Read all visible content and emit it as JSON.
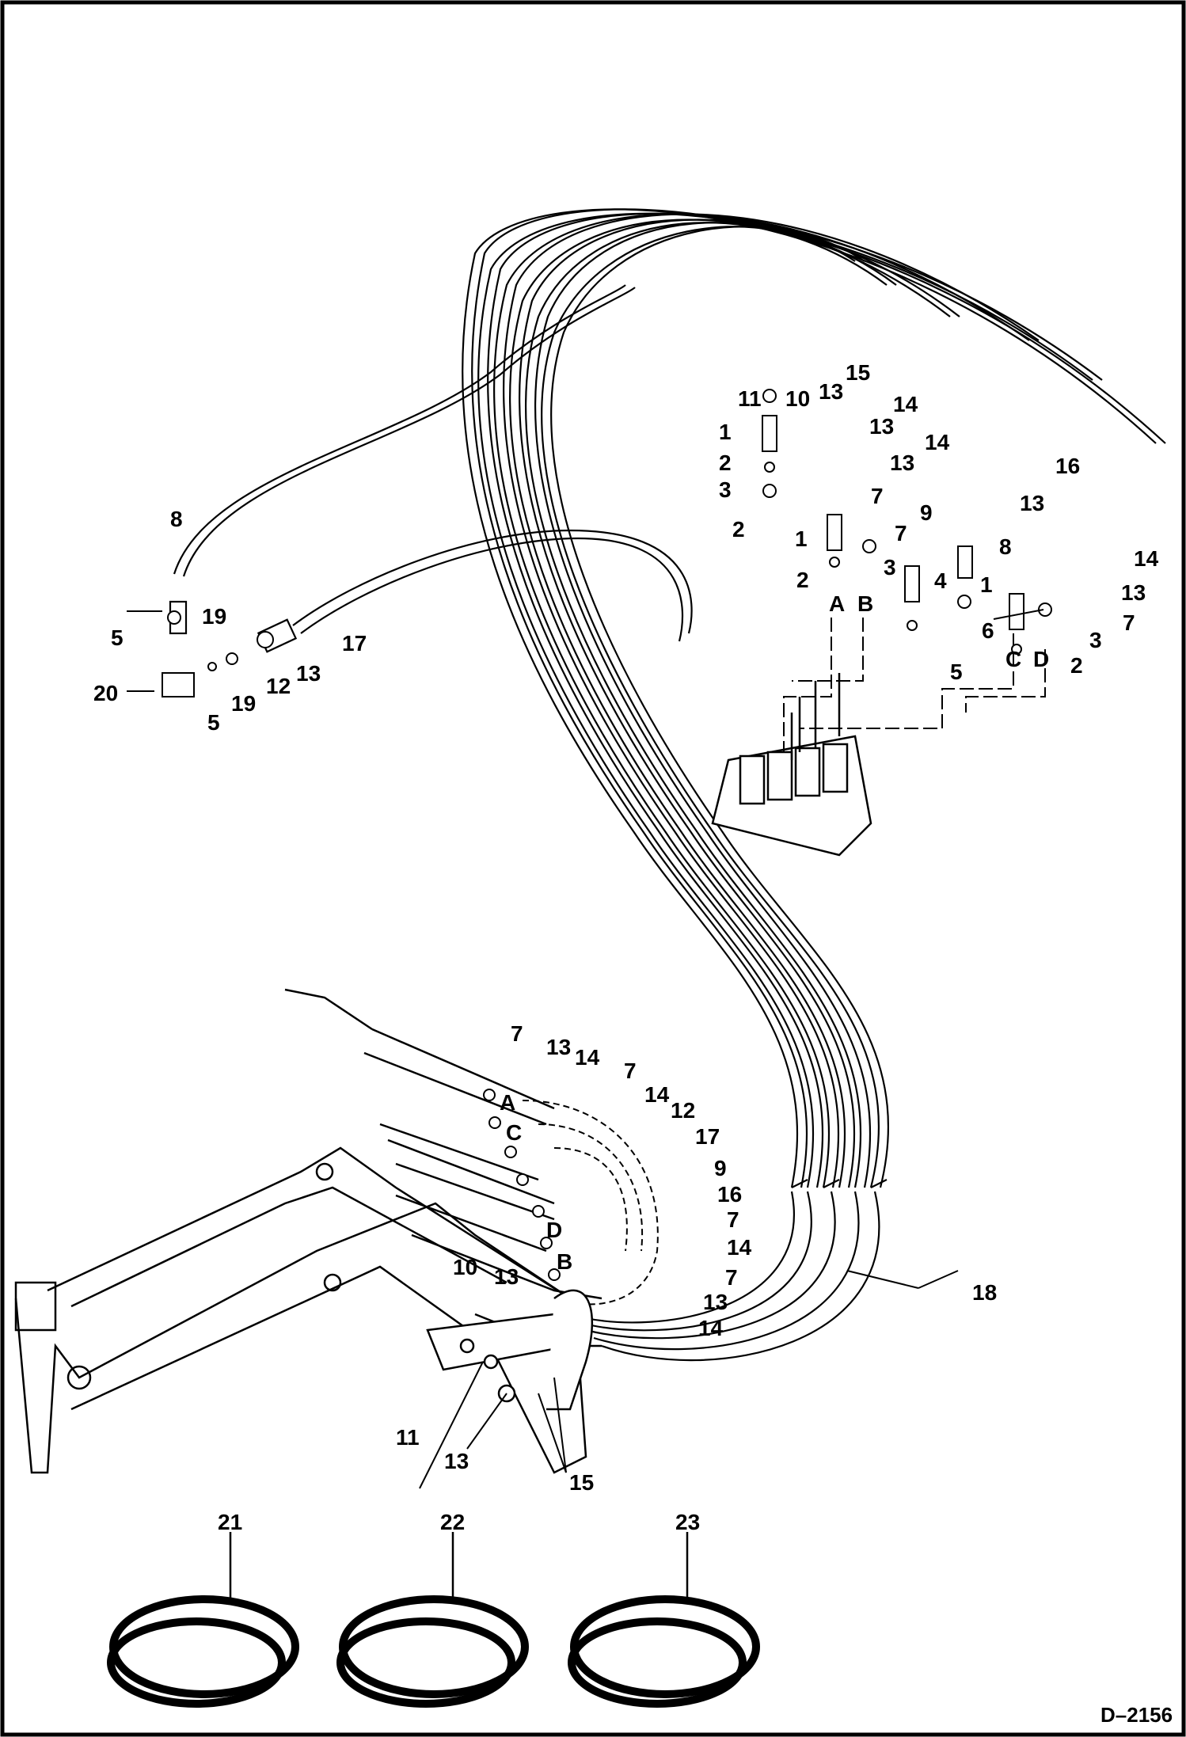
{
  "drawing_code": "D–2156",
  "callouts": [
    {
      "id": "c8",
      "text": "8"
    },
    {
      "id": "c19a",
      "text": "19"
    },
    {
      "id": "c5a",
      "text": "5"
    },
    {
      "id": "c20",
      "text": "20"
    },
    {
      "id": "c5b",
      "text": "5"
    },
    {
      "id": "c19b",
      "text": "19"
    },
    {
      "id": "c12a",
      "text": "12"
    },
    {
      "id": "c13a",
      "text": "13"
    },
    {
      "id": "c17a",
      "text": "17"
    },
    {
      "id": "c11a",
      "text": "11"
    },
    {
      "id": "c10a",
      "text": "10"
    },
    {
      "id": "c13b",
      "text": "13"
    },
    {
      "id": "c15a",
      "text": "15"
    },
    {
      "id": "c1a",
      "text": "1"
    },
    {
      "id": "c2a",
      "text": "2"
    },
    {
      "id": "c3a",
      "text": "3"
    },
    {
      "id": "c2b",
      "text": "2"
    },
    {
      "id": "c14a",
      "text": "14"
    },
    {
      "id": "c13c",
      "text": "13"
    },
    {
      "id": "c13d",
      "text": "13"
    },
    {
      "id": "c14b",
      "text": "14"
    },
    {
      "id": "c7a",
      "text": "7"
    },
    {
      "id": "c1b",
      "text": "1"
    },
    {
      "id": "c7b",
      "text": "7"
    },
    {
      "id": "c9a",
      "text": "9"
    },
    {
      "id": "c3b",
      "text": "3"
    },
    {
      "id": "c2c",
      "text": "2"
    },
    {
      "id": "cA1",
      "text": "A"
    },
    {
      "id": "cB1",
      "text": "B"
    },
    {
      "id": "c16a",
      "text": "16"
    },
    {
      "id": "c13e",
      "text": "13"
    },
    {
      "id": "c8b",
      "text": "8"
    },
    {
      "id": "c4a",
      "text": "4"
    },
    {
      "id": "c1c",
      "text": "1"
    },
    {
      "id": "c6a",
      "text": "6"
    },
    {
      "id": "c5c",
      "text": "5"
    },
    {
      "id": "cC1",
      "text": "C"
    },
    {
      "id": "cD1",
      "text": "D"
    },
    {
      "id": "c2d",
      "text": "2"
    },
    {
      "id": "c3c",
      "text": "3"
    },
    {
      "id": "c7c",
      "text": "7"
    },
    {
      "id": "c13f",
      "text": "13"
    },
    {
      "id": "c14c",
      "text": "14"
    },
    {
      "id": "c7d",
      "text": "7"
    },
    {
      "id": "c13g",
      "text": "13"
    },
    {
      "id": "c14d",
      "text": "14"
    },
    {
      "id": "c7e",
      "text": "7"
    },
    {
      "id": "c14e",
      "text": "14"
    },
    {
      "id": "c12b",
      "text": "12"
    },
    {
      "id": "c17b",
      "text": "17"
    },
    {
      "id": "c9b",
      "text": "9"
    },
    {
      "id": "c16b",
      "text": "16"
    },
    {
      "id": "c7f",
      "text": "7"
    },
    {
      "id": "c14f",
      "text": "14"
    },
    {
      "id": "c7g",
      "text": "7"
    },
    {
      "id": "c13h",
      "text": "13"
    },
    {
      "id": "c14g",
      "text": "14"
    },
    {
      "id": "cA2",
      "text": "A"
    },
    {
      "id": "cC2",
      "text": "C"
    },
    {
      "id": "cD2",
      "text": "D"
    },
    {
      "id": "cB2",
      "text": "B"
    },
    {
      "id": "c18",
      "text": "18"
    },
    {
      "id": "c10b",
      "text": "10"
    },
    {
      "id": "c13i",
      "text": "13"
    },
    {
      "id": "c11b",
      "text": "11"
    },
    {
      "id": "c13j",
      "text": "13"
    },
    {
      "id": "c15b",
      "text": "15"
    },
    {
      "id": "c21",
      "text": "21"
    },
    {
      "id": "c22",
      "text": "22"
    },
    {
      "id": "c23",
      "text": "23"
    }
  ]
}
